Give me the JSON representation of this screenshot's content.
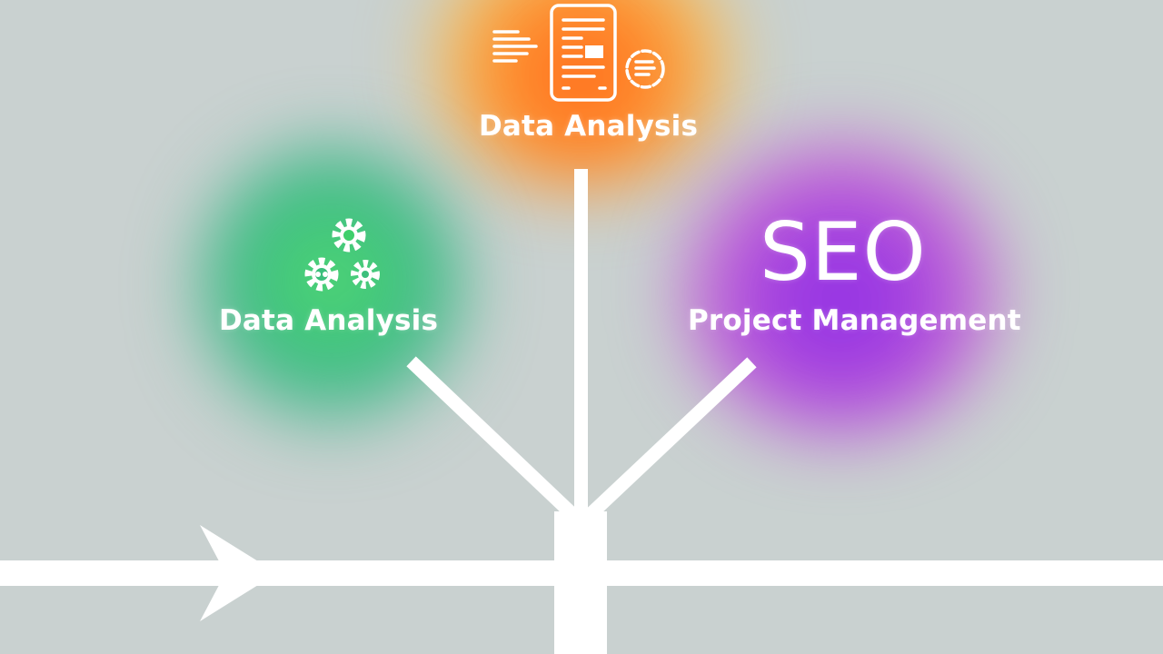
{
  "nodes": {
    "top": {
      "label": "Data Analysis",
      "icon": "document-gear-icon",
      "color": "#ff7a22"
    },
    "left": {
      "label": "Data Analysis",
      "icon": "gears-icon",
      "color": "#46cf74"
    },
    "right": {
      "heading": "SEO",
      "label": "Project Management",
      "color": "#9b36e2"
    }
  },
  "colors": {
    "background": "#c9d1d0",
    "lines": "#ffffff"
  }
}
